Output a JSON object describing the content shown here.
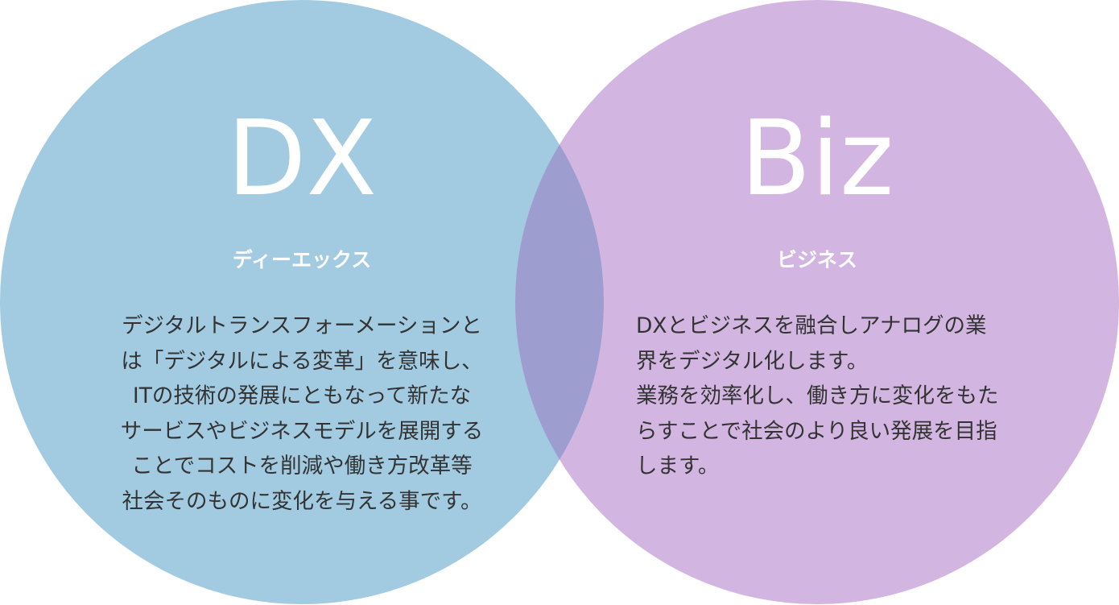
{
  "colors": {
    "dx_circle": "#a2cbe2",
    "biz_circle": "#d2b6e1",
    "overlap": "#9e9dd0",
    "heading_text": "#ffffff",
    "body_text": "#333333"
  },
  "dx": {
    "title": "DX",
    "subtitle": "ディーエックス",
    "lines": [
      "デジタルトランスフォーメーションと",
      "は「デジタルによる変革」を意味し、",
      "ITの技術の発展にともなって新たな",
      "サービスやビジネスモデルを展開する",
      "ことでコストを削減や働き方改革等",
      "社会そのものに変化を与える事です。"
    ]
  },
  "biz": {
    "title": "Biz",
    "subtitle": "ビジネス",
    "lines": [
      "DXとビジネスを融合しアナログの業",
      "界をデジタル化します。",
      "業務を効率化し、働き方に変化をもた",
      "らすことで社会のより良い発展を目指",
      "します。"
    ]
  }
}
